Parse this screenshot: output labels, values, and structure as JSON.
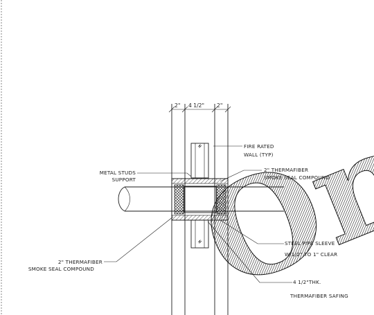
{
  "dimensions": {
    "left": "2\"",
    "middle": "4 1/2\"",
    "right": "2\""
  },
  "labels": {
    "fire_rated_1": "FIRE RATED",
    "fire_rated_2": "WALL (TYP)",
    "metal_studs_1": "METAL STUDS",
    "metal_studs_2": "SUPPORT",
    "thermafiber_top_1": "2\" THERMAFIBER",
    "thermafiber_top_2": "SMOKE SEAL COMPOUND",
    "thermafiber_left_1": "2\" THERMAFIBER",
    "thermafiber_left_2": "SMOKE SEAL COMPOUND",
    "sleeve_1": "STEEL PIPE SLEEVE",
    "sleeve_2": "W/1/2\" TO 1\" CLEAR",
    "safing_1": "4 1/2\"THK.",
    "safing_2": "THERMAFIBER SAFING"
  },
  "watermark": "Ord",
  "colors": {
    "line": "#1a1a1a",
    "background": "#ffffff"
  }
}
